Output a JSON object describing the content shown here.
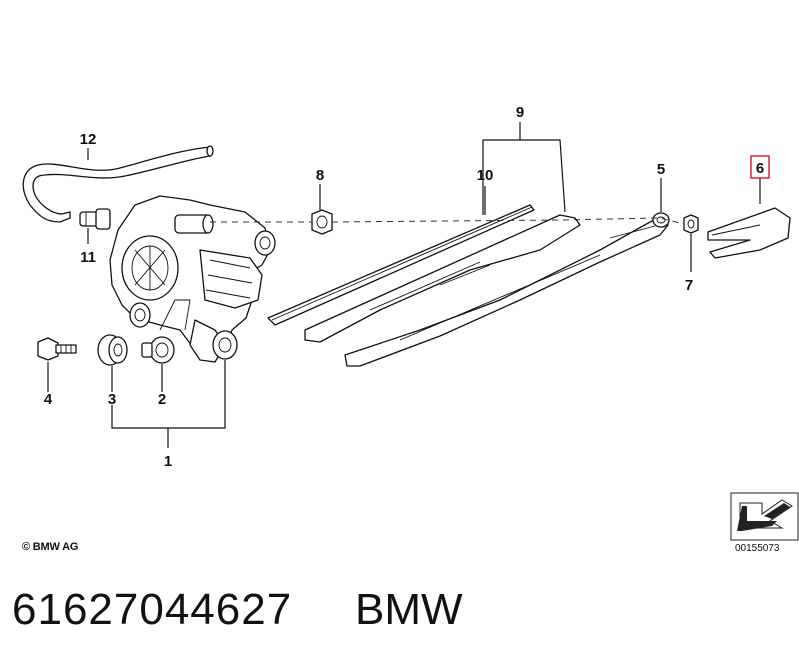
{
  "callouts": [
    {
      "label": "1"
    },
    {
      "label": "2"
    },
    {
      "label": "3"
    },
    {
      "label": "4"
    },
    {
      "label": "5"
    },
    {
      "label": "6"
    },
    {
      "label": "7"
    },
    {
      "label": "8"
    },
    {
      "label": "9"
    },
    {
      "label": "10"
    },
    {
      "label": "11"
    },
    {
      "label": "12"
    }
  ],
  "highlighted_callout": "6",
  "highlight_color": "#e0202a",
  "copyright": "© BMW AG",
  "diagram_code": "00155073",
  "part_number": "61627044627",
  "brand": "BMW",
  "icons": [
    "arrow-icon"
  ]
}
